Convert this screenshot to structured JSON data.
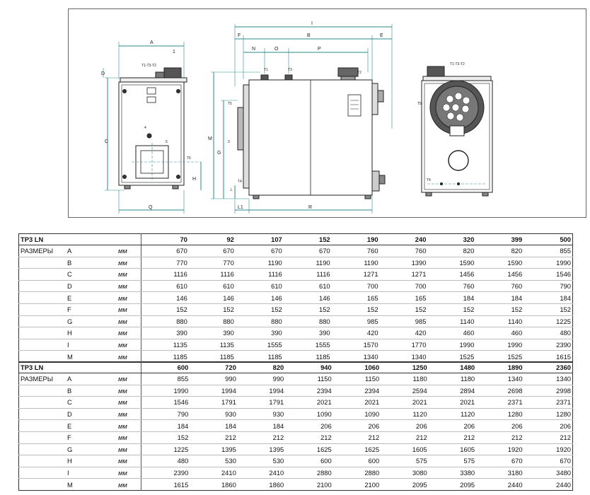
{
  "drawing": {
    "front_labels": {
      "A": "A",
      "one": "1",
      "t123": "T1-T3-T2",
      "D": "D",
      "C": "C",
      "four": "4",
      "five": "5",
      "T6": "T6",
      "H": "H",
      "Q": "Q"
    },
    "side_labels": {
      "I": "I",
      "F": "F",
      "B": "B",
      "E": "E",
      "N": "N",
      "O": "O",
      "P": "P",
      "T1": "T1",
      "T3": "T3",
      "T2": "T2",
      "M": "M",
      "G": "G",
      "T5": "T5",
      "three": "3",
      "T4": "T4",
      "L": "L",
      "L1": "L1",
      "R": "R"
    },
    "rear_labels": {
      "t123": "T1-T3-T2",
      "T5": "T5",
      "T4": "T4"
    }
  },
  "tables": [
    {
      "title": "TP3 LN",
      "section_label": "РАЗМЕРЫ",
      "unit": "мм",
      "models": [
        "70",
        "92",
        "107",
        "152",
        "190",
        "240",
        "320",
        "399",
        "500"
      ],
      "rows": [
        {
          "dim": "A",
          "values": [
            "670",
            "670",
            "670",
            "670",
            "760",
            "760",
            "820",
            "820",
            "855"
          ]
        },
        {
          "dim": "B",
          "values": [
            "770",
            "770",
            "1190",
            "1190",
            "1190",
            "1390",
            "1590",
            "1590",
            "1990"
          ]
        },
        {
          "dim": "C",
          "values": [
            "1116",
            "1116",
            "1116",
            "1116",
            "1271",
            "1271",
            "1456",
            "1456",
            "1546"
          ]
        },
        {
          "dim": "D",
          "values": [
            "610",
            "610",
            "610",
            "610",
            "700",
            "700",
            "760",
            "760",
            "790"
          ]
        },
        {
          "dim": "E",
          "values": [
            "146",
            "146",
            "146",
            "146",
            "165",
            "165",
            "184",
            "184",
            "184"
          ]
        },
        {
          "dim": "F",
          "values": [
            "152",
            "152",
            "152",
            "152",
            "152",
            "152",
            "152",
            "152",
            "152"
          ]
        },
        {
          "dim": "G",
          "values": [
            "880",
            "880",
            "880",
            "880",
            "985",
            "985",
            "1140",
            "1140",
            "1225"
          ]
        },
        {
          "dim": "H",
          "values": [
            "390",
            "390",
            "390",
            "390",
            "420",
            "420",
            "460",
            "460",
            "480"
          ]
        },
        {
          "dim": "I",
          "values": [
            "1135",
            "1135",
            "1555",
            "1555",
            "1570",
            "1770",
            "1990",
            "1990",
            "2390"
          ]
        },
        {
          "dim": "M",
          "values": [
            "1185",
            "1185",
            "1185",
            "1185",
            "1340",
            "1340",
            "1525",
            "1525",
            "1615"
          ]
        }
      ]
    },
    {
      "title": "TP3 LN",
      "section_label": "РАЗМЕРЫ",
      "unit": "мм",
      "models": [
        "600",
        "720",
        "820",
        "940",
        "1060",
        "1250",
        "1480",
        "1890",
        "2360"
      ],
      "rows": [
        {
          "dim": "A",
          "values": [
            "855",
            "990",
            "990",
            "1150",
            "1150",
            "1180",
            "1180",
            "1340",
            "1340"
          ]
        },
        {
          "dim": "B",
          "values": [
            "1990",
            "1994",
            "1994",
            "2394",
            "2394",
            "2594",
            "2894",
            "2698",
            "2998"
          ]
        },
        {
          "dim": "C",
          "values": [
            "1546",
            "1791",
            "1791",
            "2021",
            "2021",
            "2021",
            "2021",
            "2371",
            "2371"
          ]
        },
        {
          "dim": "D",
          "values": [
            "790",
            "930",
            "930",
            "1090",
            "1090",
            "1120",
            "1120",
            "1280",
            "1280"
          ]
        },
        {
          "dim": "E",
          "values": [
            "184",
            "184",
            "184",
            "206",
            "206",
            "206",
            "206",
            "206",
            "206"
          ]
        },
        {
          "dim": "F",
          "values": [
            "152",
            "212",
            "212",
            "212",
            "212",
            "212",
            "212",
            "212",
            "212"
          ]
        },
        {
          "dim": "G",
          "values": [
            "1225",
            "1395",
            "1395",
            "1625",
            "1625",
            "1605",
            "1605",
            "1920",
            "1920"
          ]
        },
        {
          "dim": "H",
          "values": [
            "480",
            "530",
            "530",
            "600",
            "600",
            "575",
            "575",
            "670",
            "670"
          ]
        },
        {
          "dim": "I",
          "values": [
            "2390",
            "2410",
            "2410",
            "2880",
            "2880",
            "3080",
            "3380",
            "3180",
            "3480"
          ]
        },
        {
          "dim": "M",
          "values": [
            "1615",
            "1860",
            "1860",
            "2100",
            "2100",
            "2095",
            "2095",
            "2440",
            "2440"
          ]
        }
      ]
    }
  ]
}
